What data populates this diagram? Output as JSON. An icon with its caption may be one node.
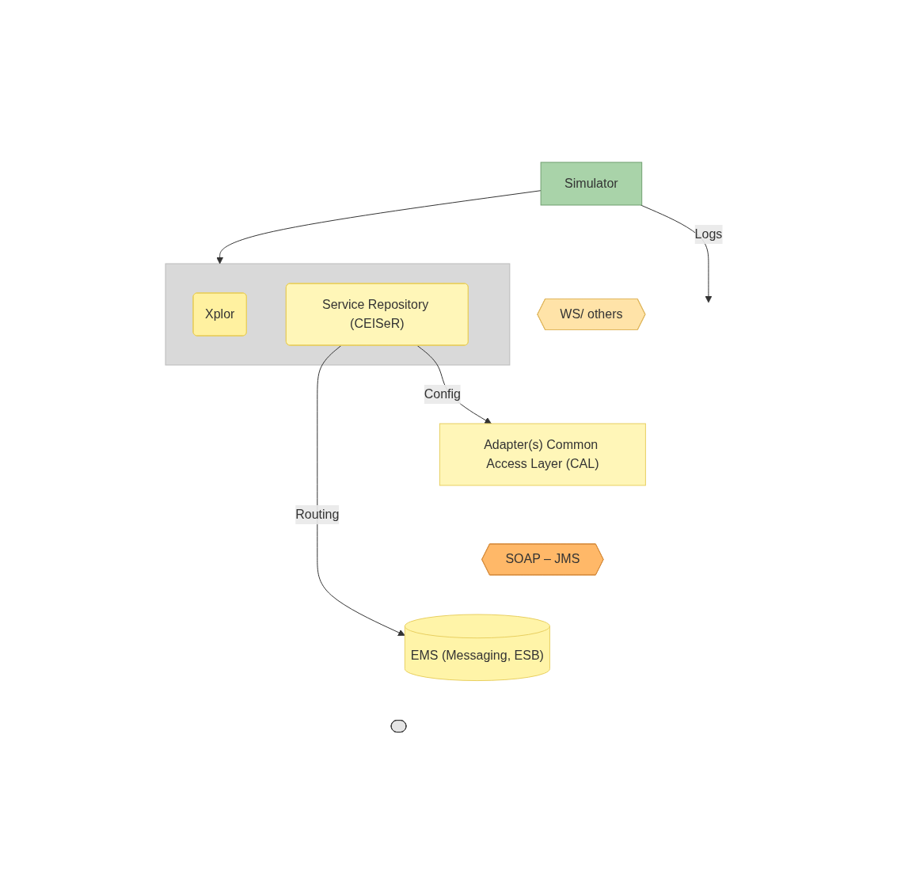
{
  "diagram": {
    "nodes": [
      {
        "text": [
          "Simulator"
        ]
      },
      {
        "text": [
          "WS/ others"
        ]
      },
      {
        "text": [
          "Adapter(s) Common Access Layer (CAL)"
        ]
      },
      {
        "text": [
          "SOAP – JMS"
        ]
      },
      {
        "text": [
          "EMS (Messaging, ESB)"
        ]
      },
      {
        "text": [],
        "shape": "box"
      },
      {
        "text": [
          "Xplor"
        ],
        "in": 5
      },
      {
        "text": [
          "Service Repository (CEISeR)"
        ],
        "in": 5
      },
      {
        "text": [],
        "shape": "bar"
      }
    ],
    "edges": [
      {
        "from": 0,
        "to": 5,
        "arrow": "to"
      },
      {
        "from": 0,
        "to": null,
        "label": "Logs",
        "arrow": "to"
      },
      {
        "from": 7,
        "to": 2,
        "label": "Config",
        "arrow": "to"
      },
      {
        "from": 7,
        "to": 4,
        "label": "Routing",
        "arrow": "to"
      }
    ]
  }
}
